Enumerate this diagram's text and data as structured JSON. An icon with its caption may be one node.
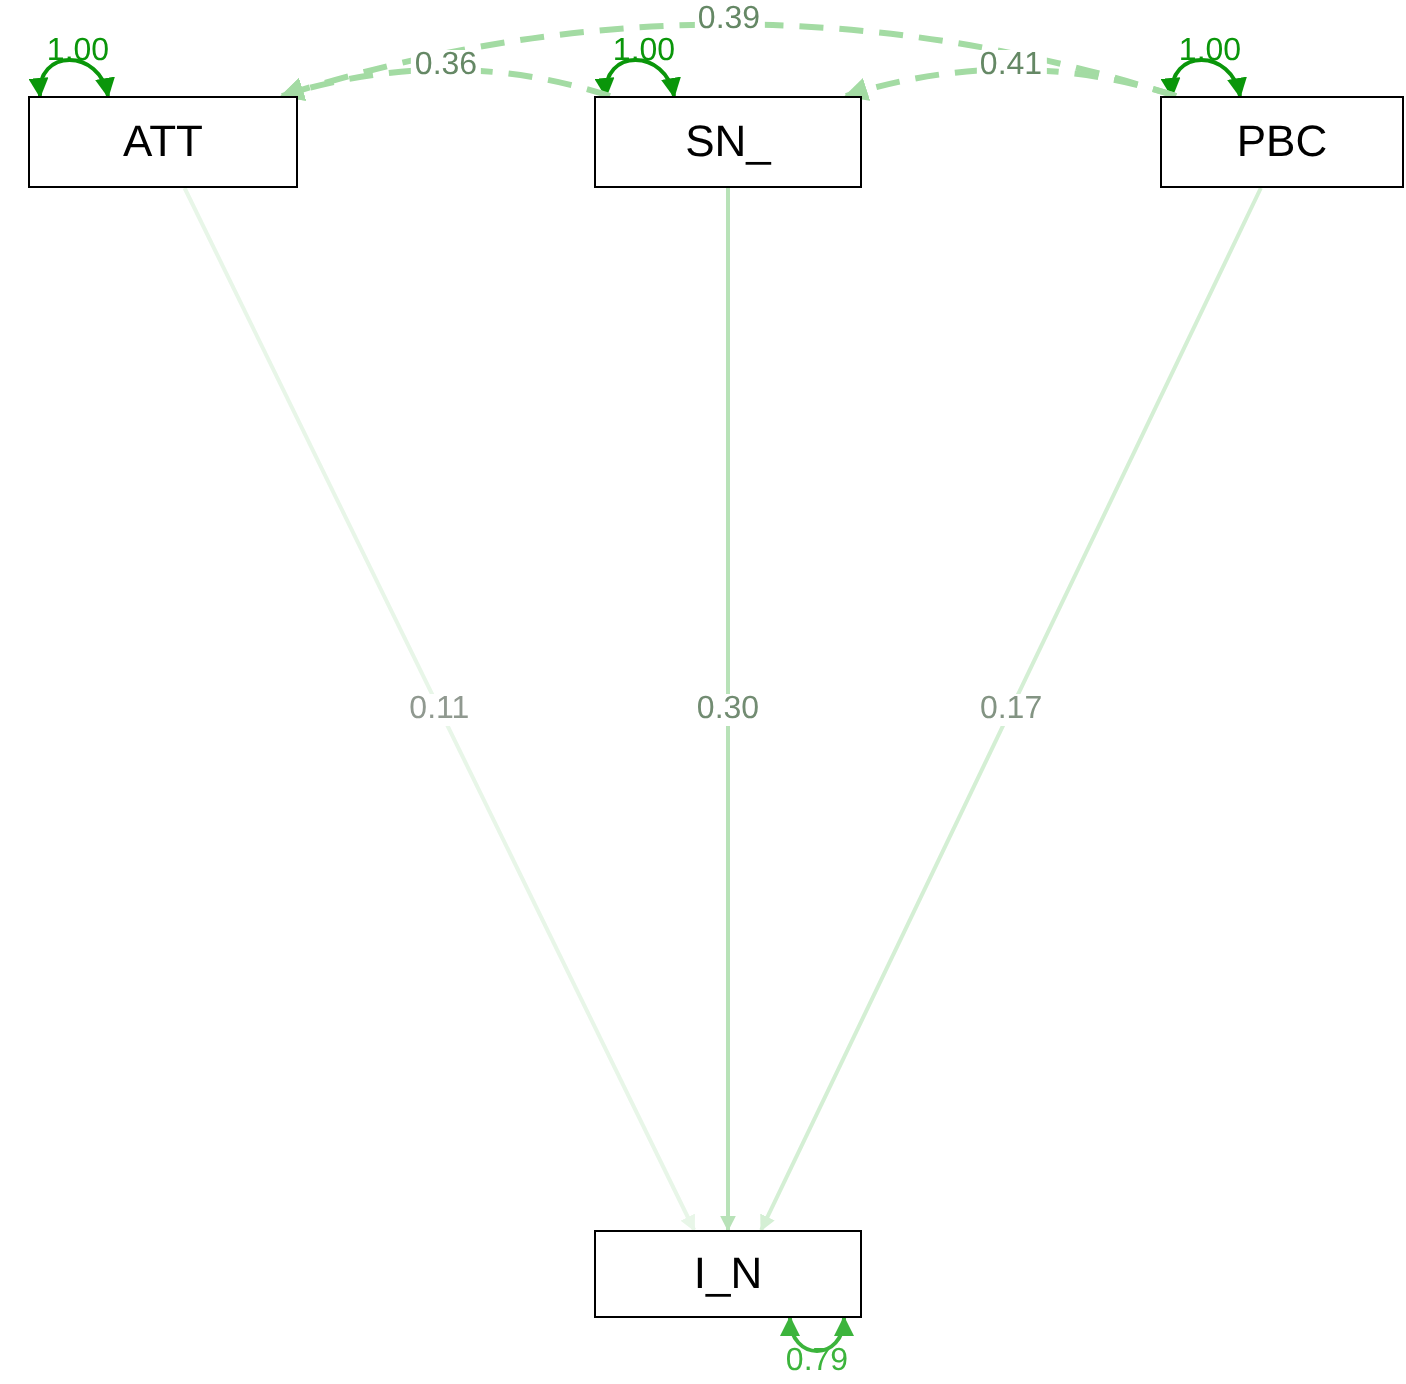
{
  "diagram": {
    "nodes": [
      {
        "text": [
          "ATT"
        ]
      },
      {
        "text": [
          "SN_"
        ]
      },
      {
        "text": [
          "PBC"
        ]
      },
      {
        "text": [
          "I_N"
        ]
      }
    ],
    "edges": [
      {
        "from": 0,
        "to": 0,
        "arrow": "both",
        "label": "1.00",
        "color": "#0a960a"
      },
      {
        "from": 1,
        "to": 1,
        "arrow": "both",
        "label": "1.00",
        "color": "#0a960a"
      },
      {
        "from": 2,
        "to": 2,
        "arrow": "both",
        "label": "1.00",
        "color": "#0a960a"
      },
      {
        "from": 3,
        "to": 3,
        "arrow": "both",
        "label": "0.79",
        "color": "#3cb43c"
      },
      {
        "from": 1,
        "to": 0,
        "arrow": "to",
        "label": "0.36",
        "style": "dashed",
        "color": "#a3dba3"
      },
      {
        "from": 2,
        "to": 1,
        "arrow": "to",
        "label": "0.41",
        "style": "dashed",
        "color": "#a3dba3"
      },
      {
        "from": 2,
        "to": 0,
        "arrow": "to",
        "label": "0.39",
        "style": "dashed",
        "color": "#a3dba3"
      },
      {
        "from": 0,
        "to": 3,
        "arrow": "to",
        "label": "0.11",
        "color": "#e8f6e8"
      },
      {
        "from": 1,
        "to": 3,
        "arrow": "to",
        "label": "0.30",
        "color": "#b8e2b8"
      },
      {
        "from": 2,
        "to": 3,
        "arrow": "to",
        "label": "0.17",
        "color": "#d4efd4"
      }
    ]
  }
}
